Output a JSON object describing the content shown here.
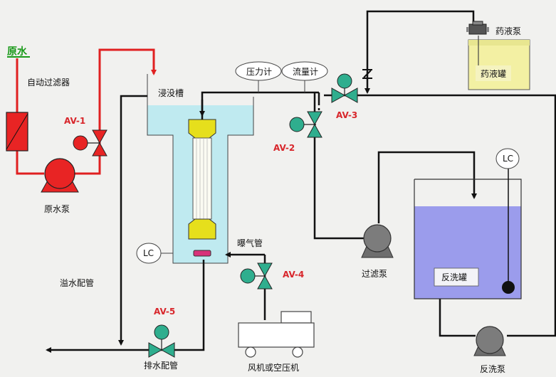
{
  "labels": {
    "raw_water": "原水",
    "auto_filter": "自动过滤器",
    "raw_pump": "原水泵",
    "av1": "AV-1",
    "immersion_tank": "浸没槽",
    "pressure_gauge": "压力计",
    "flow_meter": "流量计",
    "av2": "AV-2",
    "av3": "AV-3",
    "chem_pump": "药液泵",
    "chem_tank": "药液罐",
    "lc_right": "LC",
    "lc_left": "LC",
    "aeration_pipe": "曝气管",
    "av4": "AV-4",
    "filter_pump": "过滤泵",
    "backwash_tank": "反洗罐",
    "backwash_pump": "反洗泵",
    "overflow_pipe": "溢水配管",
    "av5": "AV-5",
    "drain_pipe": "排水配管",
    "blower": "风机或空压机"
  },
  "colors": {
    "raw_line": "#e02020",
    "process_line": "#111111",
    "tank_water": "#bfeaf0",
    "backwash_water": "#9b9cec",
    "chem_liquid": "#f3f0a3",
    "valve_teal": "#2fae8e",
    "valve_red": "#d8262b",
    "membrane_yellow": "#e6df1c",
    "label_red": "#d8262b",
    "label_green": "#1a9a1a"
  }
}
